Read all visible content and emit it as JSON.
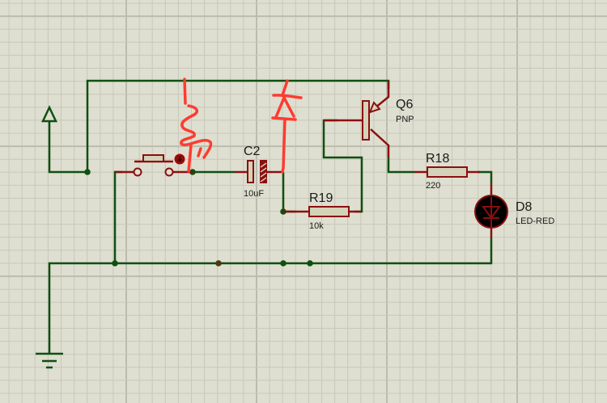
{
  "app": "Proteus ISIS schematic editor",
  "colors": {
    "background": "#dedfd0",
    "grid_minor": "#c7c8ba",
    "grid_major": "#bbbcae",
    "wire": "#0f4f10",
    "pin": "#8b0f0f",
    "component_fill": "#d4d2b8",
    "junction": "#0f4f10",
    "junction_alt": "#4a3a10",
    "label_text": "#1a1a1a",
    "annotation": "#ff3b30",
    "led_body": "#000000"
  },
  "components": {
    "c2": {
      "ref": "C2",
      "value": "10uF",
      "type": "electrolytic-capacitor"
    },
    "r19": {
      "ref": "R19",
      "value": "10k",
      "type": "resistor"
    },
    "r18": {
      "ref": "R18",
      "value": "220",
      "type": "resistor"
    },
    "q6": {
      "ref": "Q6",
      "value": "PNP",
      "type": "pnp-transistor"
    },
    "d8": {
      "ref": "D8",
      "value": "LED-RED",
      "type": "led"
    },
    "sw": {
      "type": "push-button"
    },
    "power": {
      "type": "power-terminal"
    },
    "ground": {
      "type": "ground-terminal"
    }
  },
  "annotations": [
    {
      "name": "hand-drawn-resistor",
      "meaning": "sketched resistor symbol"
    },
    {
      "name": "hand-drawn-diode",
      "meaning": "sketched diode symbol"
    }
  ]
}
